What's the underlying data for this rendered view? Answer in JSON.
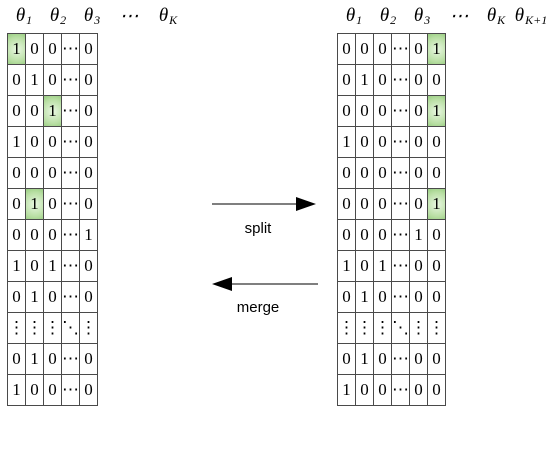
{
  "left": {
    "headers": [
      {
        "sym": "θ",
        "sub": "1"
      },
      {
        "sym": "θ",
        "sub": "2"
      },
      {
        "sym": "θ",
        "sub": "3"
      },
      {
        "sym": "⋯",
        "sub": ""
      },
      {
        "sym": "θ",
        "sub": "K"
      }
    ],
    "rows": [
      [
        "1",
        "0",
        "0",
        "⋯",
        "0"
      ],
      [
        "0",
        "1",
        "0",
        "⋯",
        "0"
      ],
      [
        "0",
        "0",
        "1",
        "⋯",
        "0"
      ],
      [
        "1",
        "0",
        "0",
        "⋯",
        "0"
      ],
      [
        "0",
        "0",
        "0",
        "⋯",
        "0"
      ],
      [
        "0",
        "1",
        "0",
        "⋯",
        "0"
      ],
      [
        "0",
        "0",
        "0",
        "⋯",
        "1"
      ],
      [
        "1",
        "0",
        "1",
        "⋯",
        "0"
      ],
      [
        "0",
        "1",
        "0",
        "⋯",
        "0"
      ],
      [
        "⋮",
        "⋮",
        "⋮",
        "⋱",
        "⋮"
      ],
      [
        "0",
        "1",
        "0",
        "⋯",
        "0"
      ],
      [
        "1",
        "0",
        "0",
        "⋯",
        "0"
      ]
    ],
    "highlighted": [
      [
        0,
        0
      ],
      [
        2,
        2
      ],
      [
        5,
        1
      ]
    ]
  },
  "right": {
    "headers": [
      {
        "sym": "θ",
        "sub": "1"
      },
      {
        "sym": "θ",
        "sub": "2"
      },
      {
        "sym": "θ",
        "sub": "3"
      },
      {
        "sym": "⋯",
        "sub": ""
      },
      {
        "sym": "θ",
        "sub": "K"
      },
      {
        "sym": "θ",
        "sub": "K+1"
      }
    ],
    "rows": [
      [
        "0",
        "0",
        "0",
        "⋯",
        "0",
        "1"
      ],
      [
        "0",
        "1",
        "0",
        "⋯",
        "0",
        "0"
      ],
      [
        "0",
        "0",
        "0",
        "⋯",
        "0",
        "1"
      ],
      [
        "1",
        "0",
        "0",
        "⋯",
        "0",
        "0"
      ],
      [
        "0",
        "0",
        "0",
        "⋯",
        "0",
        "0"
      ],
      [
        "0",
        "0",
        "0",
        "⋯",
        "0",
        "1"
      ],
      [
        "0",
        "0",
        "0",
        "⋯",
        "1",
        "0"
      ],
      [
        "1",
        "0",
        "1",
        "⋯",
        "0",
        "0"
      ],
      [
        "0",
        "1",
        "0",
        "⋯",
        "0",
        "0"
      ],
      [
        "⋮",
        "⋮",
        "⋮",
        "⋱",
        "⋮",
        "⋮"
      ],
      [
        "0",
        "1",
        "0",
        "⋯",
        "0",
        "0"
      ],
      [
        "1",
        "0",
        "0",
        "⋯",
        "0",
        "0"
      ]
    ],
    "highlighted": [
      [
        0,
        5
      ],
      [
        2,
        5
      ],
      [
        5,
        5
      ]
    ]
  },
  "operations": {
    "split_label": "split",
    "merge_label": "merge"
  }
}
